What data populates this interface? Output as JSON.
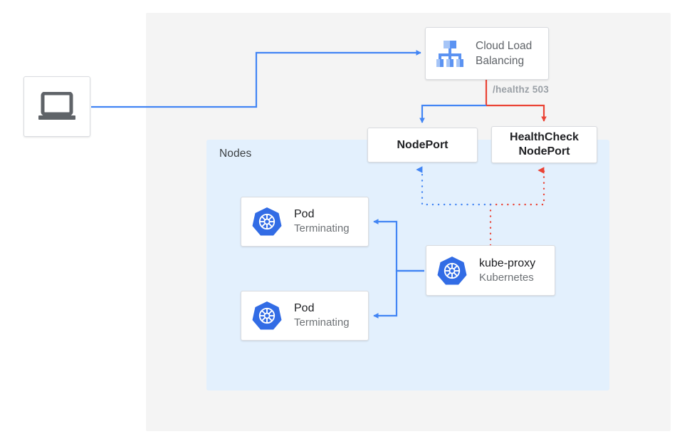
{
  "diagram": {
    "title": "Kubernetes NodePort health check with terminating pods",
    "outer_panel_name": "cloud-project-panel",
    "nodes_panel": {
      "label": "Nodes"
    },
    "client": {
      "icon": "laptop-icon",
      "label": ""
    },
    "load_balancer": {
      "icon": "cloud-load-balancing-icon",
      "label": "Cloud Load\nBalancing"
    },
    "healthz": {
      "label": "/healthz 503"
    },
    "services": [
      {
        "name": "nodeport",
        "label": "NodePort"
      },
      {
        "name": "healthcheck-nodeport",
        "label": "HealthCheck\nNodePort"
      }
    ],
    "pods": [
      {
        "icon": "kubernetes-icon",
        "title": "Pod",
        "subtitle": "Terminating"
      },
      {
        "icon": "kubernetes-icon",
        "title": "Pod",
        "subtitle": "Terminating"
      }
    ],
    "kube_proxy": {
      "icon": "kubernetes-icon",
      "title": "kube-proxy",
      "subtitle": "Kubernetes"
    },
    "colors": {
      "blue": "#4285f4",
      "red": "#ea4335",
      "kubernetes_blue": "#326ce5",
      "panel_gray": "#f4f4f4",
      "panel_blue": "#e3f0fd",
      "text_dark": "#202124",
      "text_gray": "#5f6368",
      "label_gray": "#9aa0a6"
    },
    "connections": [
      {
        "from": "client",
        "to": "load_balancer",
        "style": "solid",
        "color": "#4285f4"
      },
      {
        "from": "load_balancer",
        "to": "nodeport",
        "style": "solid",
        "color": "#4285f4"
      },
      {
        "from": "load_balancer",
        "to": "healthcheck-nodeport",
        "style": "solid",
        "color": "#ea4335"
      },
      {
        "from": "kube-proxy",
        "to": "nodeport",
        "style": "dotted",
        "color": "#4285f4"
      },
      {
        "from": "kube-proxy",
        "to": "healthcheck-nodeport",
        "style": "dotted",
        "color": "#ea4335"
      },
      {
        "from": "kube-proxy",
        "to": "pod-1",
        "style": "solid",
        "color": "#4285f4"
      },
      {
        "from": "kube-proxy",
        "to": "pod-2",
        "style": "solid",
        "color": "#4285f4"
      }
    ]
  }
}
